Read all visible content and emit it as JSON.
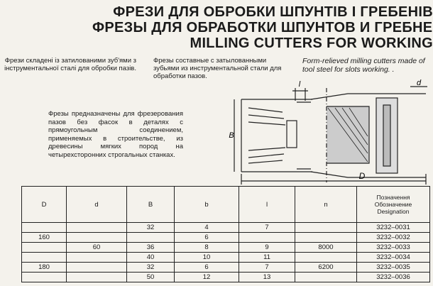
{
  "titles": {
    "uk": "ФРЕЗИ ДЛЯ ОБРОБКИ ШПУНТІВ І ГРЕБЕНІВ",
    "ru": "ФРЕЗЫ ДЛЯ ОБРАБОТКИ ШПУНТОВ И ГРЕБНЕЙ",
    "en": "MILLING CUTTERS FOR WORKING"
  },
  "descriptions": {
    "uk": "Фрези складені із затилованими зуб'ями з інструментальної сталі для обробки пазів.",
    "ru": "Фрезы составные с затылованными зубьями из инструментальной стали для обработки пазов.",
    "en": "Form-relieved milling cutters made of tool steel for slots working. ."
  },
  "purpose": "Фрезы предназначены для фрезерования пазов без фасок в деталях с прямоугольным соединением, применяемых в строительстве, из древесины мягких пород на четырехсторонних строгальных станках.",
  "drawing": {
    "label_l": "l",
    "label_d": "d",
    "label_B": "B",
    "label_D": "D"
  },
  "table": {
    "headers": {
      "D": "D",
      "d": "d",
      "B": "B",
      "b": "b",
      "l": "l",
      "n": "n",
      "desig": "Позначення Обозначение Designation"
    },
    "rows": [
      {
        "D": "",
        "d": "",
        "B": "32",
        "b": "4",
        "l": "7",
        "n": "",
        "desig": "3232–0031"
      },
      {
        "D": "160",
        "d": "",
        "B": "",
        "b": "6",
        "l": "",
        "n": "",
        "desig": "3232–0032"
      },
      {
        "D": "",
        "d": "60",
        "B": "36",
        "b": "8",
        "l": "9",
        "n": "8000",
        "desig": "3232–0033"
      },
      {
        "D": "",
        "d": "",
        "B": "40",
        "b": "10",
        "l": "11",
        "n": "",
        "desig": "3232–0034"
      },
      {
        "D": "180",
        "d": "",
        "B": "32",
        "b": "6",
        "l": "7",
        "n": "6200",
        "desig": "3232–0035"
      },
      {
        "D": "",
        "d": "",
        "B": "50",
        "b": "12",
        "l": "13",
        "n": "",
        "desig": "3232–0036"
      }
    ]
  }
}
